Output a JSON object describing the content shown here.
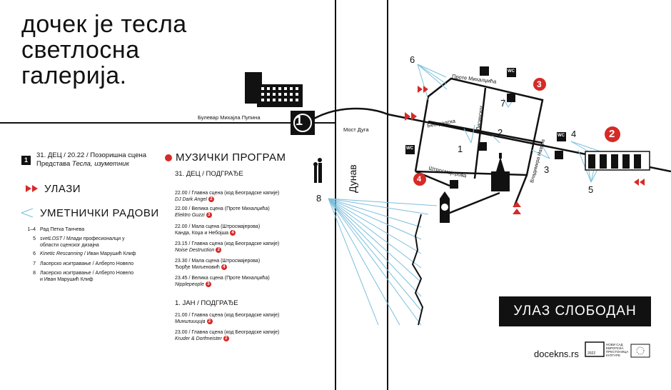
{
  "title": {
    "line1": "дочек је тесла",
    "line2": "светлосна",
    "line3": "галерија."
  },
  "legend": {
    "venue_badge": "1",
    "venue_line1": "31. ДЕЦ / 20.22 / Позоришна сцена",
    "venue_line2_prefix": "Представа ",
    "venue_line2_italic": "Тесла, изуметник",
    "entrances": "УЛАЗИ",
    "artworks": "УМЕТНИЧКИ РАДОВИ",
    "music": "МУЗИЧКИ ПРОГРАМ"
  },
  "artworks": [
    {
      "n": "1–4",
      "text": "Рад Петка Танчева"
    },
    {
      "n": "5",
      "italic": "svetLOST",
      "text": " / Млади професионалци у",
      "text2": "области сценског дизајна"
    },
    {
      "n": "6",
      "italic": "Kinetic Rescanning",
      "text": " / Иван Марушић Клиф"
    },
    {
      "n": "7",
      "text": "Ласерско иситравање / Алберто Новело"
    },
    {
      "n": "8",
      "text": "Ласерско иситравање / Алберто Новело",
      "text2": "и Иван Марушић Клиф"
    }
  ],
  "music": {
    "day1": "31. ДЕЦ / ПОДГРАЂЕ",
    "day1_items": [
      {
        "line": "22.00 / Главна сцена (код Београдске капије)",
        "name": "DJ Dark Angel",
        "badge": "2"
      },
      {
        "line": "22.00 / Велика сцена (Проте Михалџића)",
        "name": "Elektro Guzzi",
        "badge": "3"
      },
      {
        "line": "22.00 / Мала сцена (Штросмајерова)",
        "name": "Канда, Коџа и Небојша",
        "badge": "4"
      },
      {
        "line": "23.15 / Главна сцена (код Београдске капије)",
        "name": "Noise Destruction",
        "badge": "2"
      },
      {
        "line": "23.30 / Мала сцена (Штросмајерова)",
        "name": "Ђорђе Миљеновић",
        "badge": "4"
      },
      {
        "line": "23.45 / Велика сцена (Проте Михалџића)",
        "name": "Nipplepeople",
        "badge": "3"
      }
    ],
    "day2": "1. ЈАН / ПОДГРАЂЕ",
    "day2_items": [
      {
        "line": "21.00 / Главна сцена (код Београдске капије)",
        "name": "Минилииција",
        "badge": "2"
      },
      {
        "line": "23.00 / Главна сцена (код Београдске капије)",
        "name": "Kruder & Dorfmeister",
        "badge": "2"
      }
    ]
  },
  "map": {
    "boulevard": "Булевар Михајла Пупина",
    "bridge": "Мост Дуга",
    "river": "Дунав",
    "streets": {
      "prote": "Проте Михалџића",
      "beogradska": "Београдска",
      "lisinski": "Лисинског",
      "strosmajerova": "Штросмајерова",
      "vladimira": "Владимира Назора"
    },
    "wc": "WC",
    "markers": [
      "1",
      "2",
      "3",
      "4",
      "5",
      "6",
      "7",
      "8"
    ],
    "stages": [
      "1",
      "2",
      "3",
      "4"
    ]
  },
  "footer": {
    "entry": "УЛАЗ СЛОБОДАН",
    "site": "docekns.rs",
    "ecoc_line1": "НОВИ САД",
    "ecoc_line2": "ЕВРОПСКА",
    "ecoc_line3": "ПРЕСТОНИЦА",
    "ecoc_line4": "КУЛТУРЕ",
    "ecoc_year": "2022"
  },
  "colors": {
    "accent_red": "#d62a27",
    "laser_blue": "#7bbfdc",
    "ink": "#111111"
  }
}
